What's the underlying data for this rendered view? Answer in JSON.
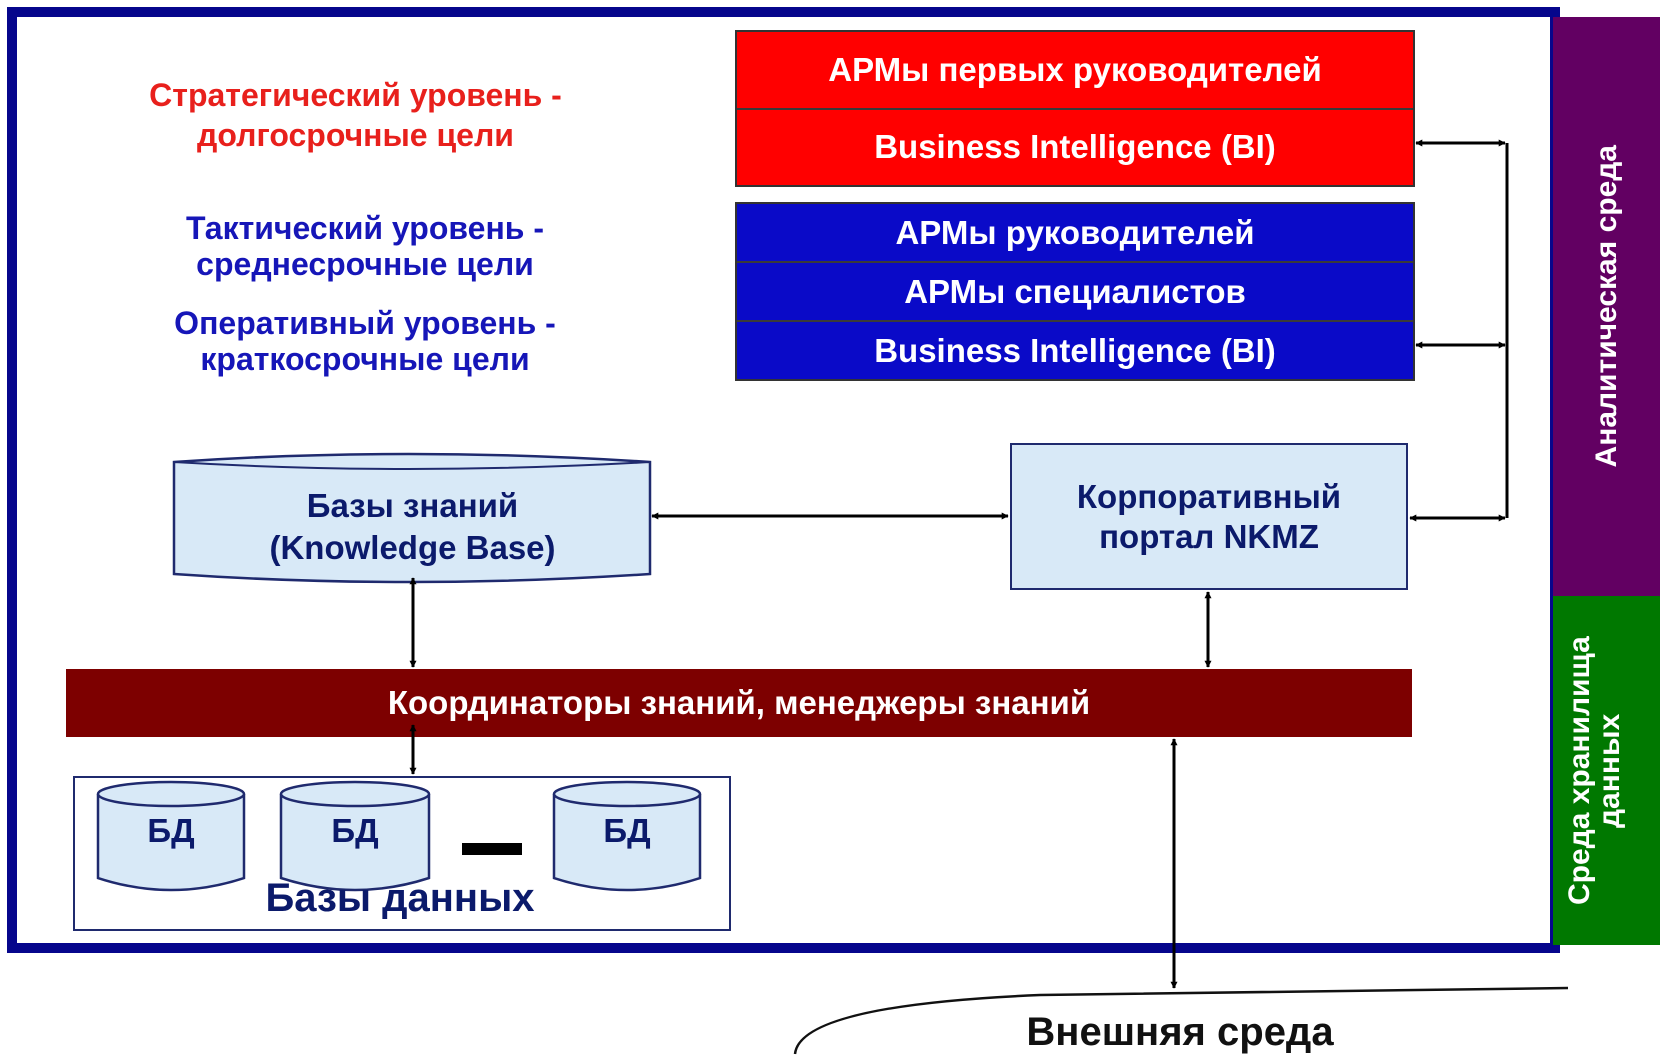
{
  "levels": {
    "strategic": "Стратегический уровень - долгосрочные цели",
    "tactical": "Тактический уровень - среднесрочные цели",
    "operational": "Оперативный уровень - краткосрочные цели"
  },
  "top_stack": [
    "АРМы первых руководителей",
    "Business Intelligence (BI)"
  ],
  "middle_stack": [
    "АРМы руководителей",
    "АРМы специалистов",
    "Business Intelligence (BI)"
  ],
  "knowledge_base": "Базы знаний (Knowledge Base)",
  "portal": "Корпоративный портал NKMZ",
  "coordinators": "Координаторы знаний, менеджеры знаний",
  "databases": {
    "items": [
      "БД",
      "БД",
      "БД"
    ],
    "title": "Базы данных"
  },
  "external": "Внешняя среда",
  "side_panels": {
    "analytic": "Аналитическая среда",
    "storage": "Среда хранилища данных"
  },
  "colors": {
    "frame": "#06068c",
    "strategic": "#ff0000",
    "tactical": "#0a0ac8",
    "coordinators": "#7d0000",
    "analytic_panel": "#620062",
    "storage_panel": "#007800",
    "light_box": "#d8e9f7"
  }
}
